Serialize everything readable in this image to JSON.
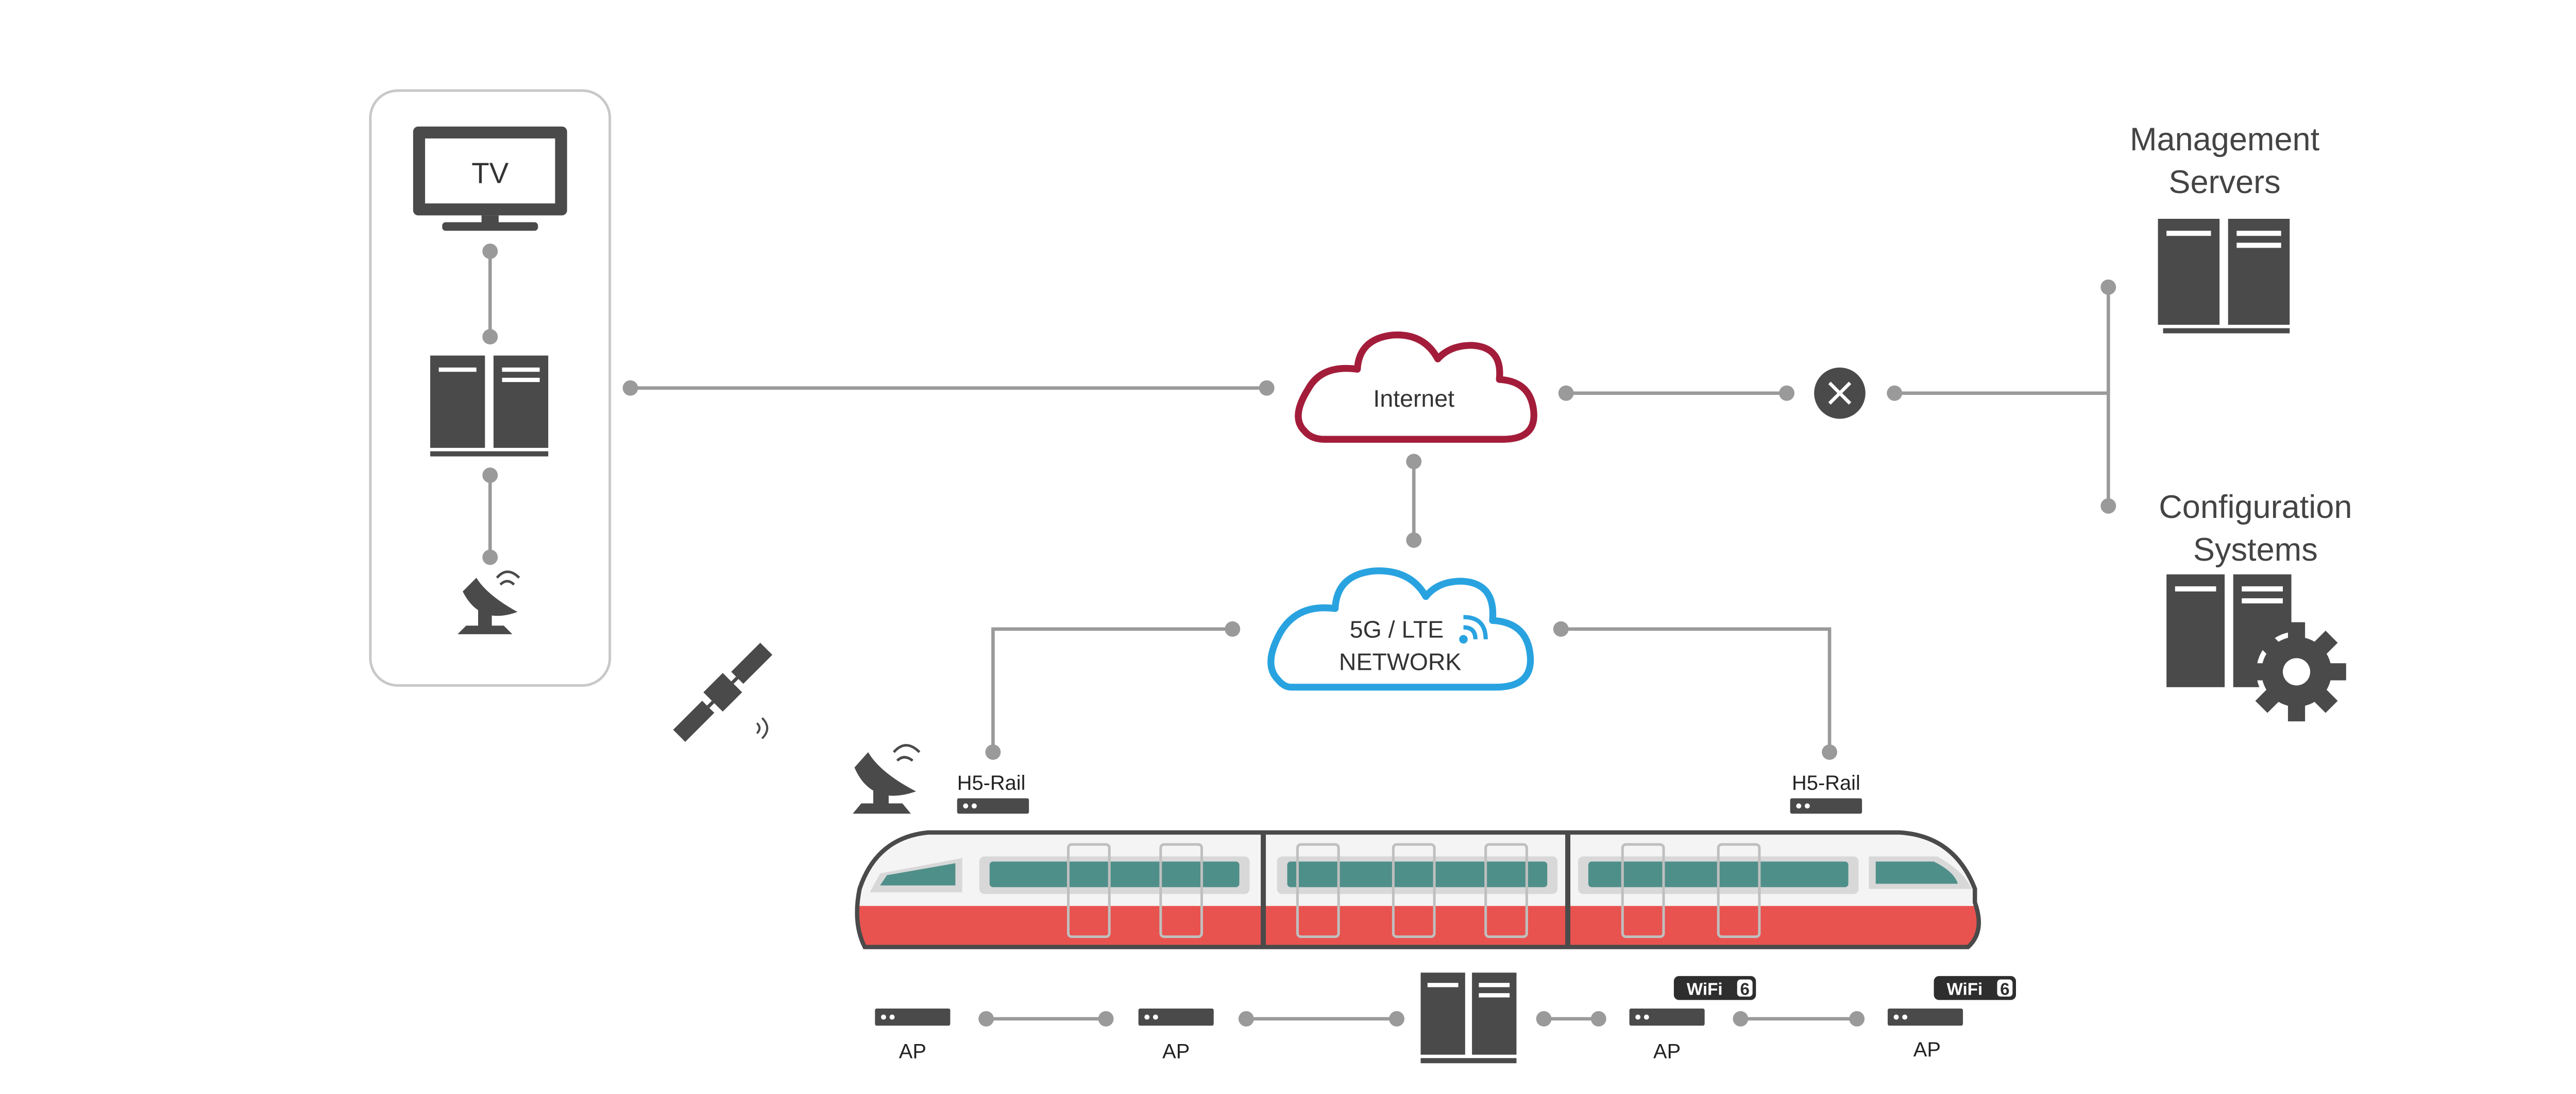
{
  "labels": {
    "tv": "TV",
    "internet": "Internet",
    "network_line1": "5G / LTE",
    "network_line2": "NETWORK",
    "management_line1": "Management",
    "management_line2": "Servers",
    "configuration_line1": "Configuration",
    "configuration_line2": "Systems",
    "h5_rail_left": "H5-Rail",
    "h5_rail_right": "H5-Rail",
    "ap_1": "AP",
    "ap_2": "AP",
    "ap_3": "AP",
    "ap_4": "AP",
    "wifi_badge_1_text": "WiFi",
    "wifi_badge_1_num": "6",
    "wifi_badge_2_text": "WiFi",
    "wifi_badge_2_num": "6"
  },
  "colors": {
    "icon_dark": "#4a4a4a",
    "connector": "#9a9a9a",
    "internet_cloud": "#a31d3a",
    "network_cloud": "#29a3e0",
    "train_red": "#e8534f",
    "train_window": "#4f8f8a",
    "train_body": "#f4f4f4"
  }
}
